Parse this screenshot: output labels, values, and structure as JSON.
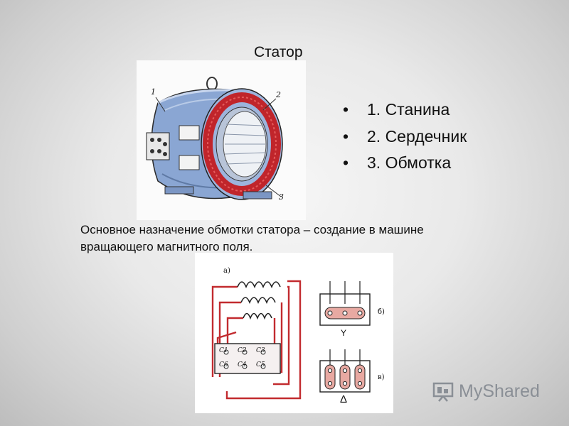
{
  "slide": {
    "title": "Статор",
    "parts": [
      "1. Станина",
      "2. Сердечник",
      "3. Обмотка"
    ],
    "bullet": "•",
    "description": "Основное назначение обмотки статора – создание в машине вращающего магнитного поля."
  },
  "stator_figure": {
    "callouts": [
      "1",
      "2",
      "3"
    ]
  },
  "wiring_figure": {
    "panel_labels": [
      "а)",
      "б)",
      "в)"
    ],
    "terminal_top": [
      "C1",
      "C2",
      "C3"
    ],
    "terminal_bottom": [
      "C6",
      "C4",
      "C5"
    ],
    "star_symbol": "Y",
    "delta_symbol": "Δ"
  },
  "watermark": {
    "text": "MyShared",
    "icon": "presentation-board-icon"
  }
}
